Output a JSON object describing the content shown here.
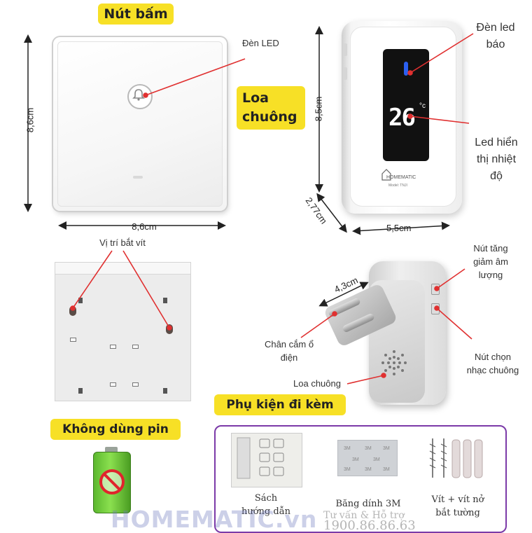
{
  "headings": {
    "button": "Nút bấm",
    "speaker": "Loa\nchuông",
    "no_battery": "Không dùng pin",
    "accessories": "Phụ kiện đi kèm"
  },
  "button_panel": {
    "led_label": "Đèn LED",
    "height_dim": "8,6cm",
    "width_dim": "8,6cm",
    "screw_label": "Vị trí bắt vít"
  },
  "receiver": {
    "status_led_label": "Đèn led\nbáo",
    "temp_led_label": "Led hiển\nthị nhiệt\nđộ",
    "height_dim": "8,5cm",
    "depth_dim": "2,77cm",
    "width_dim": "5,5cm",
    "temperature": "26",
    "temp_unit": "°c",
    "brand": "HOMEMATIC",
    "model": "Model: TNJI"
  },
  "plug_unit": {
    "plug_dim": "4,3cm",
    "volume_label": "Nút tăng\ngiảm âm\nlượng",
    "plug_label": "Chân cắm ổ\nđiện",
    "speaker_label": "Loa chuông",
    "tone_label": "Nút chọn\nnhạc chuông"
  },
  "accessories": {
    "manual": "Sách\nhướng dẫn",
    "tape": "Băng dính 3M",
    "screws": "Vít + vít nở\nbắt tường"
  },
  "watermark": {
    "brand": "HOMEMATIC.vn",
    "support": "Tư vấn & Hỗ trợ",
    "phone": "1900.86.86.63"
  },
  "colors": {
    "highlight": "#f7e026",
    "arrow": "#e03030",
    "accessory_border": "#7b3aa8",
    "led_blue": "#2b5ff0"
  }
}
